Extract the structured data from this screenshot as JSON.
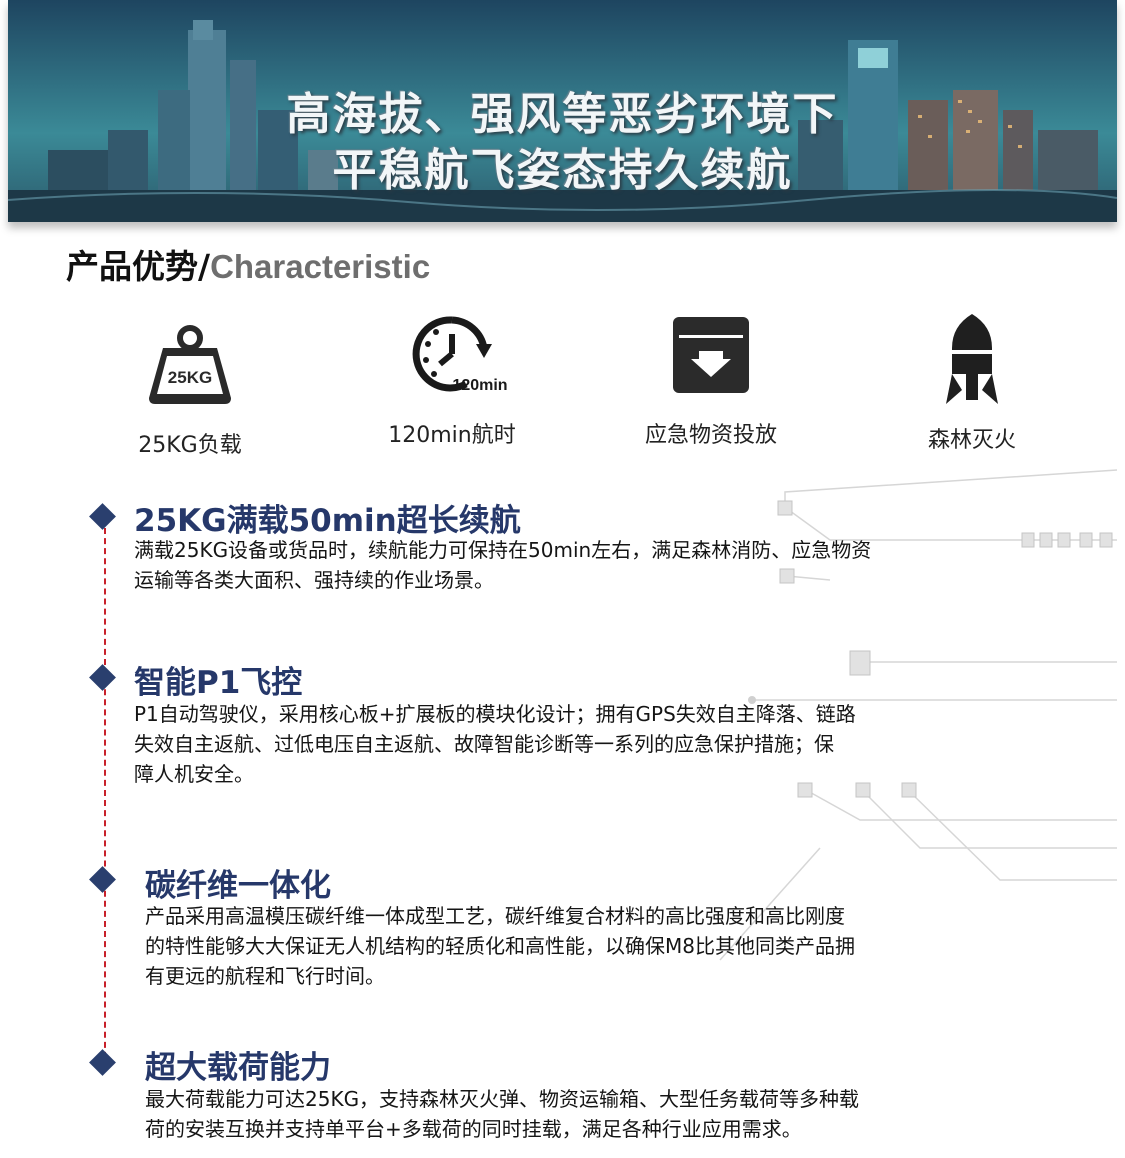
{
  "banner": {
    "line1": "高海拔、强风等恶劣环境下",
    "line2": "平稳航飞姿态持久续航"
  },
  "section": {
    "title_cn": "产品优势/",
    "title_en": "Characteristic"
  },
  "features": [
    {
      "icon": "weight-icon",
      "icon_text": "25KG",
      "label": "25KG负载"
    },
    {
      "icon": "timer-icon",
      "icon_text": "120min",
      "label": "120min航时"
    },
    {
      "icon": "drop-box-icon",
      "label": "应急物资投放"
    },
    {
      "icon": "fire-bomb-icon",
      "label": "森林灭火"
    }
  ],
  "items": [
    {
      "title": "25KG满载50min超长续航",
      "lines": [
        "满载25KG设备或货品时，续航能力可保持在50min左右，满足森林消防、应急物资",
        "运输等各类大面积、强持续的作业场景。"
      ]
    },
    {
      "title": "智能P1飞控",
      "lines": [
        "P1自动驾驶仪，采用核心板+扩展板的模块化设计；拥有GPS失效自主降落、链路",
        "失效自主返航、过低电压自主返航、故障智能诊断等一系列的应急保护措施；保",
        "障人机安全。"
      ]
    },
    {
      "title": "碳纤维一体化",
      "lines": [
        "产品采用高温模压碳纤维一体成型工艺，碳纤维复合材料的高比强度和高比刚度",
        "的特性能够大大保证无人机结构的轻质化和高性能，以确保M8比其他同类产品拥",
        "有更远的航程和飞行时间。"
      ]
    },
    {
      "title": "超大载荷能力",
      "lines": [
        "最大荷载能力可达25KG，支持森林灭火弹、物资运输箱、大型任务载荷等多种载",
        "荷的安装互换并支持单平台+多载荷的同时挂载，满足各种行业应用需求。"
      ]
    }
  ],
  "colors": {
    "title_blue": "#26386a",
    "diamond": "#2a3f6e",
    "timeline_red": "#c8202a"
  }
}
